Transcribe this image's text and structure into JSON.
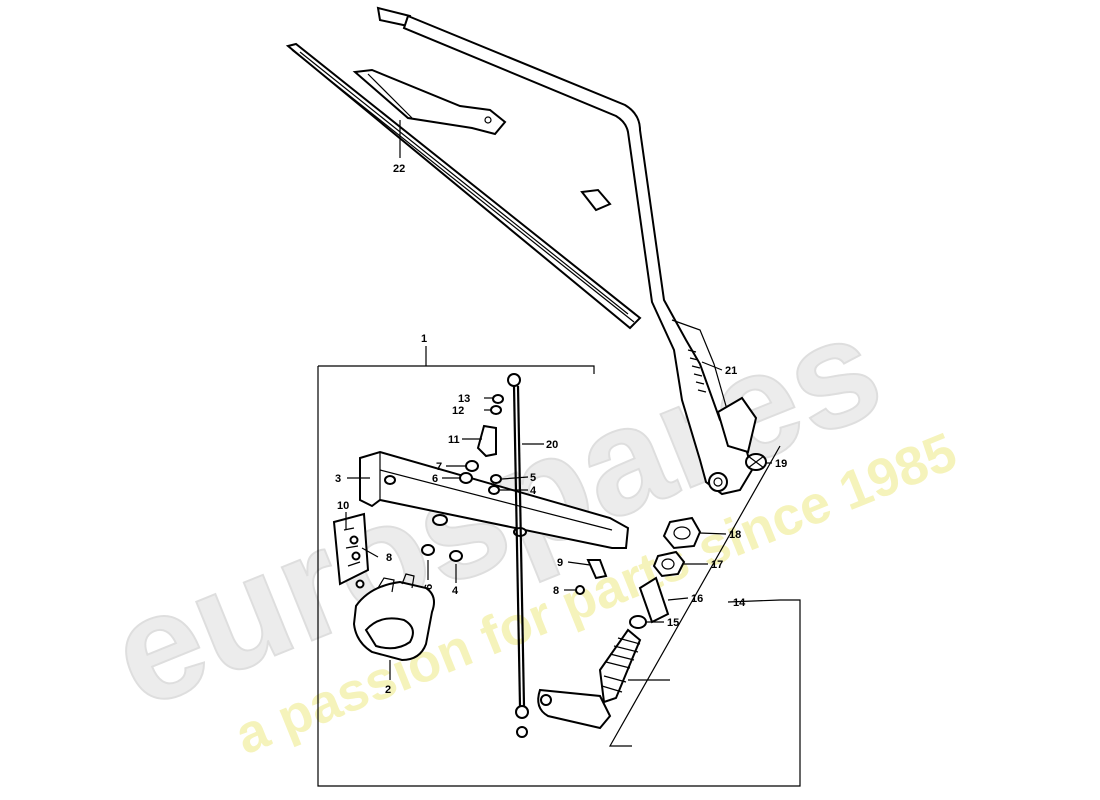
{
  "watermark": {
    "brand": "eurospares",
    "tagline": "a passion for parts since 1985",
    "brand_color": "#d9d9d9",
    "tagline_color": "#f2f0a8"
  },
  "callouts": {
    "c1": "1",
    "c2": "2",
    "c3": "3",
    "c4a": "4",
    "c4b": "4",
    "c5": "5",
    "c6a": "6",
    "c6b": "6",
    "c7": "7",
    "c8a": "8",
    "c8b": "8",
    "c9": "9",
    "c10": "10",
    "c11": "11",
    "c12": "12",
    "c13": "13",
    "c14": "14",
    "c15": "15",
    "c16": "16",
    "c17": "17",
    "c18": "18",
    "c19": "19",
    "c20": "20",
    "c21": "21",
    "c22": "22"
  }
}
